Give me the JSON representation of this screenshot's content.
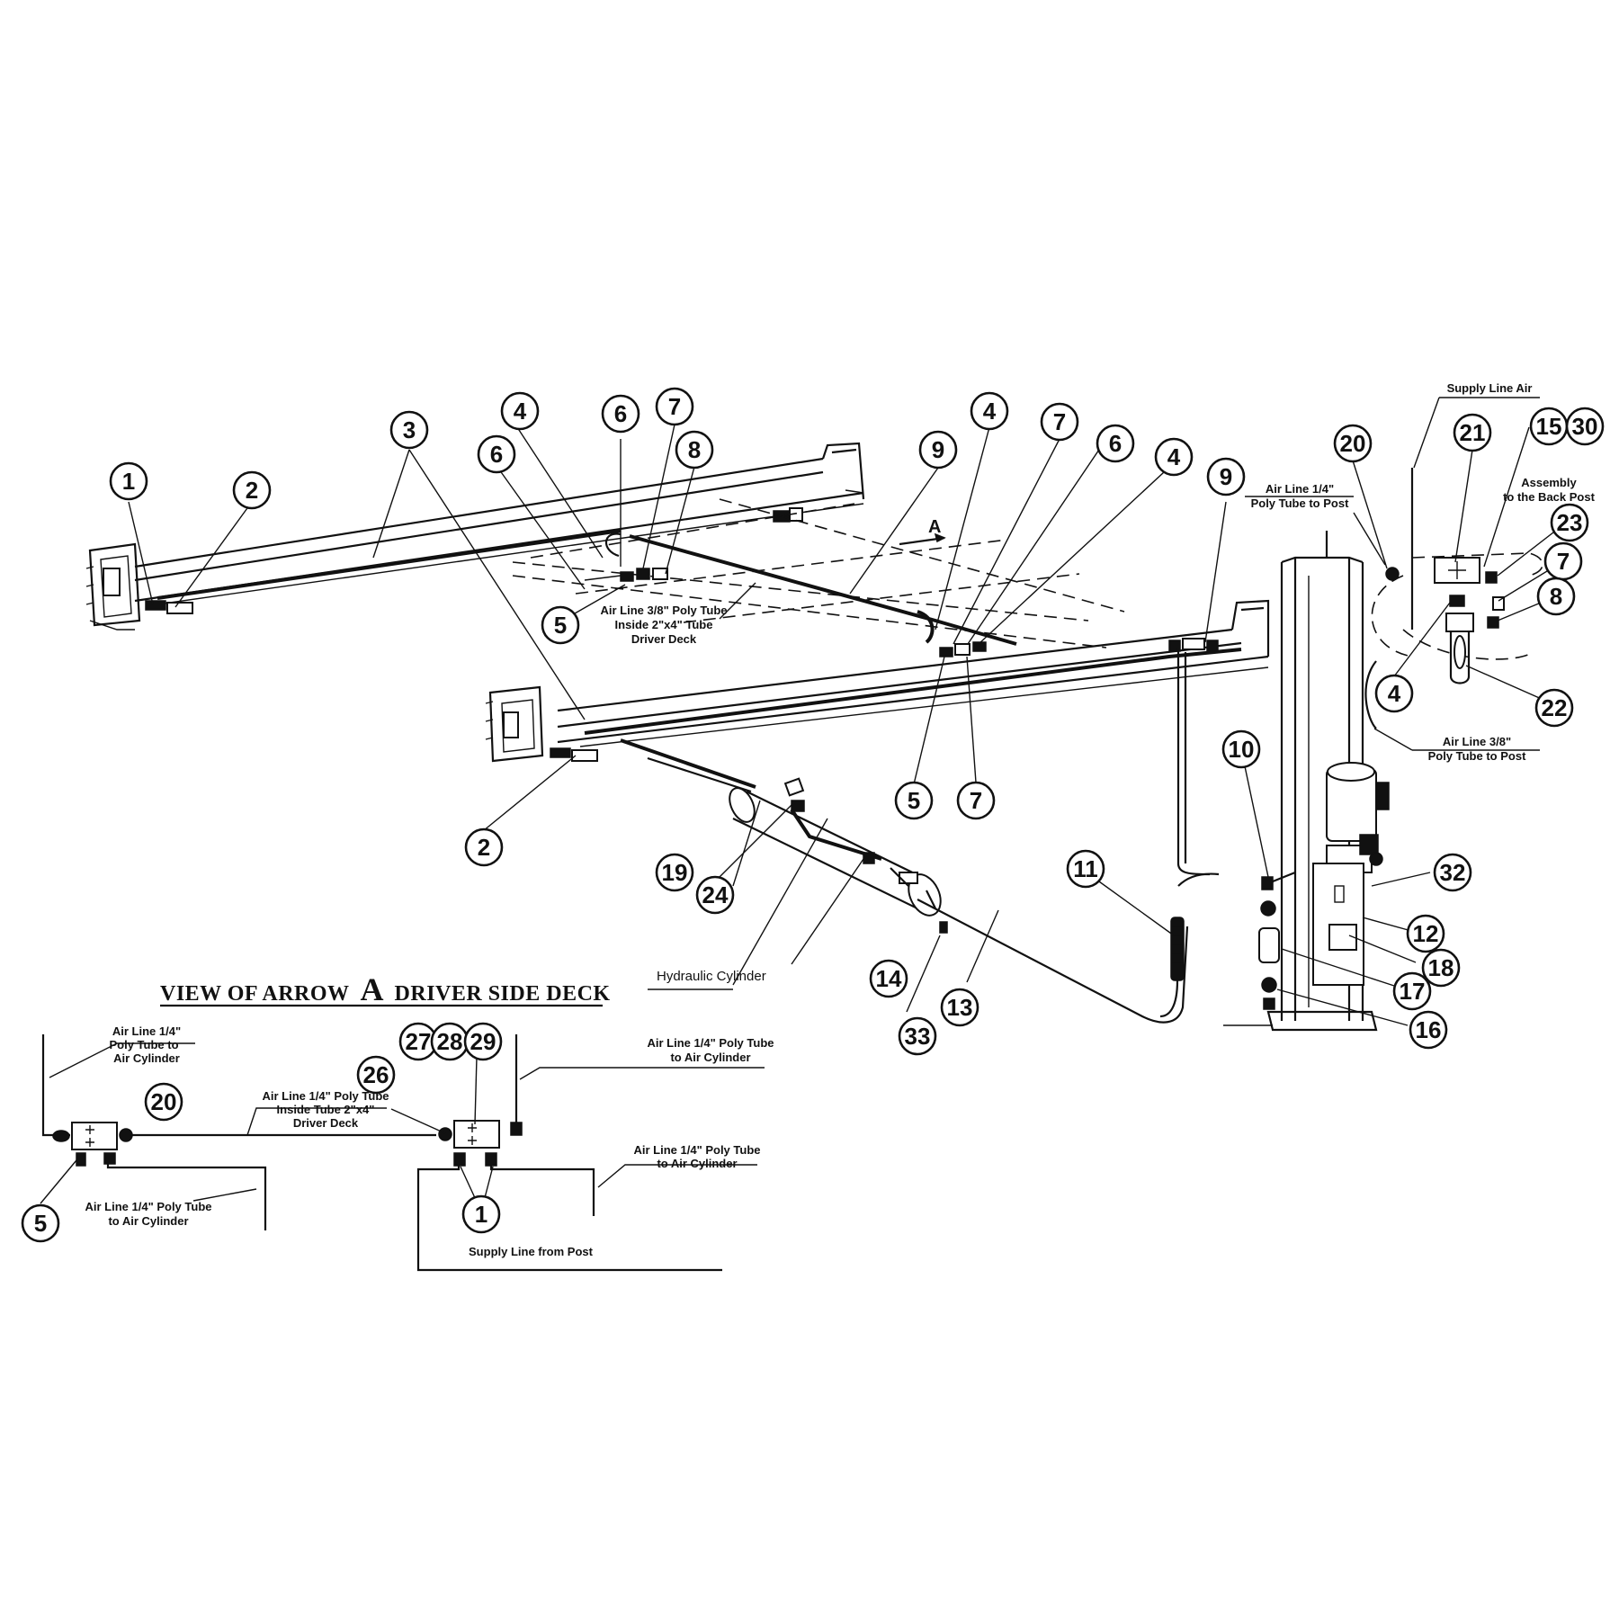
{
  "diagram": {
    "title_prefix": "VIEW OF ARROW",
    "title_letter": "A",
    "title_suffix": "DRIVER SIDE DECK",
    "arrow_label": "A",
    "labels": {
      "air_line_38_driver_l1": "Air Line 3/8\" Poly Tube",
      "air_line_38_driver_l2": "Inside 2\"x4\" Tube",
      "air_line_38_driver_l3": "Driver Deck",
      "supply_line_air": "Supply Line Air",
      "air_line_14_post_l1": "Air Line 1/4\"",
      "air_line_14_post_l2": "Poly Tube to Post",
      "assembly_l1": "Assembly",
      "assembly_l2": "to the Back Post",
      "air_line_38_post_l1": "Air Line 3/8\"",
      "air_line_38_post_l2": "Poly Tube to Post",
      "hydraulic_cylinder": "Hydraulic Cylinder",
      "inset_a_l1": "Air Line 1/4\"",
      "inset_a_l2": "Poly Tube to",
      "inset_a_l3": "Air Cylinder",
      "inset_b_l1": "Air Line 1/4\" Poly Tube",
      "inset_b_l2": "Inside Tube 2\"x4\"",
      "inset_b_l3": "Driver Deck",
      "inset_c_l1": "Air Line 1/4\" Poly Tube",
      "inset_c_l2": "to Air Cylinder",
      "inset_d_l1": "Air Line 1/4\" Poly Tube",
      "inset_d_l2": "to Air Cylinder",
      "inset_e_l1": "Air Line 1/4\" Poly Tube",
      "inset_e_l2": "to Air Cylinder",
      "supply_from_post": "Supply Line from Post"
    },
    "callouts": [
      "1",
      "2",
      "3",
      "4",
      "6",
      "7",
      "8",
      "5",
      "9",
      "4",
      "7",
      "6",
      "4",
      "9",
      "5",
      "7",
      "2",
      "20",
      "21",
      "15",
      "30",
      "23",
      "7",
      "8",
      "4",
      "22",
      "10",
      "32",
      "12",
      "18",
      "17",
      "16",
      "11",
      "19",
      "24",
      "14",
      "33",
      "13",
      "20",
      "5",
      "27",
      "28",
      "29",
      "26",
      "1"
    ]
  }
}
